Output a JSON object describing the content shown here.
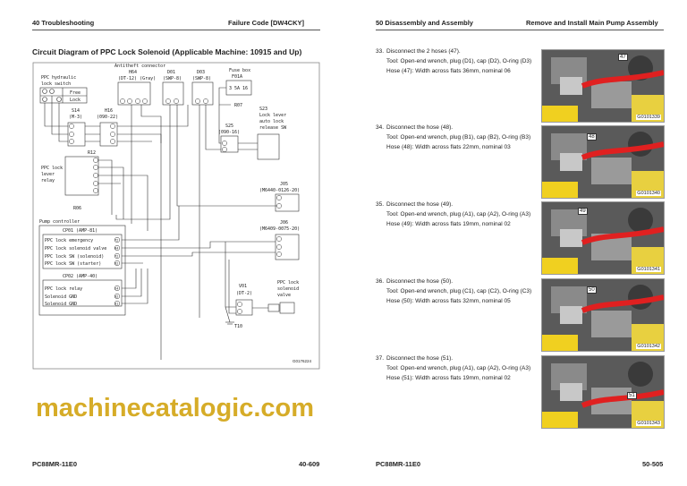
{
  "left_page": {
    "header_left": "40 Troubleshooting",
    "header_right": "Failure Code [DW4CKY]",
    "title": "Circuit Diagram of PPC Lock Solenoid (Applicable Machine: 10915 and Up)",
    "footer_left": "PC88MR-11E0",
    "footer_right": "40-609",
    "diagram": {
      "antitheft_label": "Antitheft connector",
      "h64": "H64",
      "h64_type": "(DT-12) (Gray)",
      "d01": "D01",
      "d01_type": "(SWP-8)",
      "d03": "D03",
      "d03_type": "(SWP-8)",
      "fuse_label": "Fuse box",
      "fuse": "F01A",
      "fuse_pins": "3 5A 16",
      "r07": "R07",
      "ppc_switch_label1": "PPC hydraulic",
      "ppc_switch_label2": "lock switch",
      "free": "Free",
      "lock": "Lock",
      "s14": "S14",
      "s14_type": "(M-3)",
      "h16": "H16",
      "h16_type": "(090-22)",
      "s25": "S25",
      "s25_type": "(090-16)",
      "s23": "S23",
      "s23_l1": "Lock lever",
      "s23_l2": "auto lock",
      "s23_l3": "release SW",
      "r12": "R12",
      "relay_l1": "PPC lock",
      "relay_l2": "lever",
      "relay_l3": "relay",
      "j05": "J05",
      "j05_type": "(M6440-0126-20)",
      "r06": "R06",
      "pump_controller": "Pump controller",
      "cp01": "CP01 (AMP-81)",
      "cp01_rows": [
        "PPC lock emergency",
        "PPC lock solenoid valve",
        "PPC lock SW (solenoid)",
        "PPC lock SW (starter)"
      ],
      "cp01_pins": [
        "72",
        "84",
        "72",
        "62"
      ],
      "cp02": "CP02 (AMP-40)",
      "cp02_rows": [
        "PPC lock relay",
        "Solenoid GND",
        "Solenoid GND"
      ],
      "cp02_pins": [
        "24",
        "32",
        "31"
      ],
      "j06": "J06",
      "j06_type": "(M6409-0075-20)",
      "v01": "V01",
      "v01_type": "(DT-2)",
      "valve_l1": "PPC lock",
      "valve_l2": "solenoid",
      "valve_l3": "valve",
      "t10": "T10",
      "figure_id": "G0176224"
    }
  },
  "right_page": {
    "header_left": "50 Disassembly and Assembly",
    "header_right": "Remove and Install Main Pump Assembly",
    "footer_left": "PC88MR-11E0",
    "footer_right": "50-505",
    "steps": [
      {
        "num": "33.",
        "lines": [
          "Disconnect the 2 hoses (47).",
          "Tool: Open-end wrench, plug (D1), cap (D2), O-ring (D3)",
          "Hose (47): Width across flats 36mm, nominal 06"
        ],
        "photo_id": "G0101339",
        "callout": "47"
      },
      {
        "num": "34.",
        "lines": [
          "Disconnect the hose (48).",
          "Tool: Open-end wrench, plug (B1), cap (B2), O-ring (B3)",
          "Hose (48): Width across flats 22mm, nominal 03"
        ],
        "photo_id": "G0101340",
        "callout": "48"
      },
      {
        "num": "35.",
        "lines": [
          "Disconnect the hose (49).",
          "Tool: Open-end wrench, plug (A1), cap (A2), O-ring (A3)",
          "Hose (49): Width across flats 19mm, nominal 02"
        ],
        "photo_id": "G0101341",
        "callout": "49"
      },
      {
        "num": "36.",
        "lines": [
          "Disconnect the hose (50).",
          "Tool: Open-end wrench, plug (C1), cap (C2), O-ring (C3)",
          "Hose (50): Width across flats 32mm, nominal 05"
        ],
        "photo_id": "G0101342",
        "callout": "50"
      },
      {
        "num": "37.",
        "lines": [
          "Disconnect the hose (51).",
          "Tool: Open-end wrench, plug (A1), cap (A2), O-ring (A3)",
          "Hose (51): Width across flats 19mm, nominal 02"
        ],
        "photo_id": "G0101343",
        "callout": "51"
      }
    ]
  },
  "watermark": "machinecatalogic.com",
  "colors": {
    "hose": "#e02020",
    "watermark": "#d0a00a",
    "highlight": "#f0d020"
  }
}
